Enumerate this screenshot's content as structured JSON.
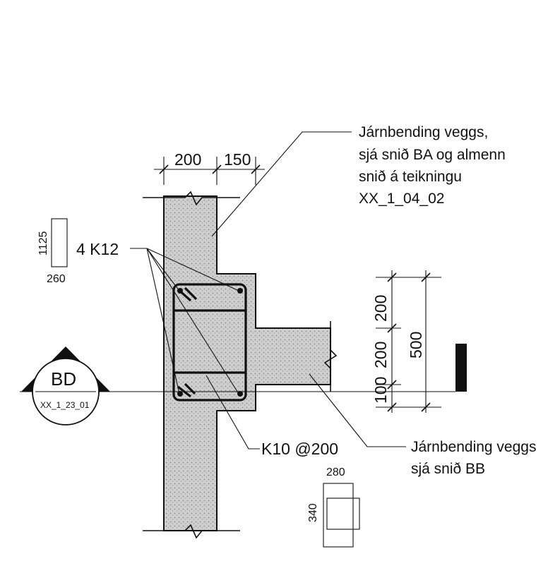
{
  "notes": {
    "top": {
      "line1": "Járnbending veggs,",
      "line2": "sjá snið BA og almenn",
      "line3": "snið á teikningu",
      "line4": "XX_1_04_02"
    },
    "bottom": {
      "line1": "Járnbending veggs",
      "line2": "sjá snið BB"
    },
    "bars_label": "4 K12",
    "stirrup_label": "K10 @200"
  },
  "dimensions": {
    "wall_width": "200",
    "offset_width": "150",
    "dim_top": "200",
    "dim_mid": "200",
    "dim_bot": "100",
    "dim_total": "500"
  },
  "beam_symbol": {
    "height": "1125",
    "width": "260"
  },
  "column_symbol": {
    "width": "280",
    "height": "340"
  },
  "section_marker": {
    "code": "BD",
    "sheet": "XX_1_23_01"
  },
  "colors": {
    "ink": "#111111",
    "concrete": "#c9c9c9",
    "background": "#ffffff"
  }
}
